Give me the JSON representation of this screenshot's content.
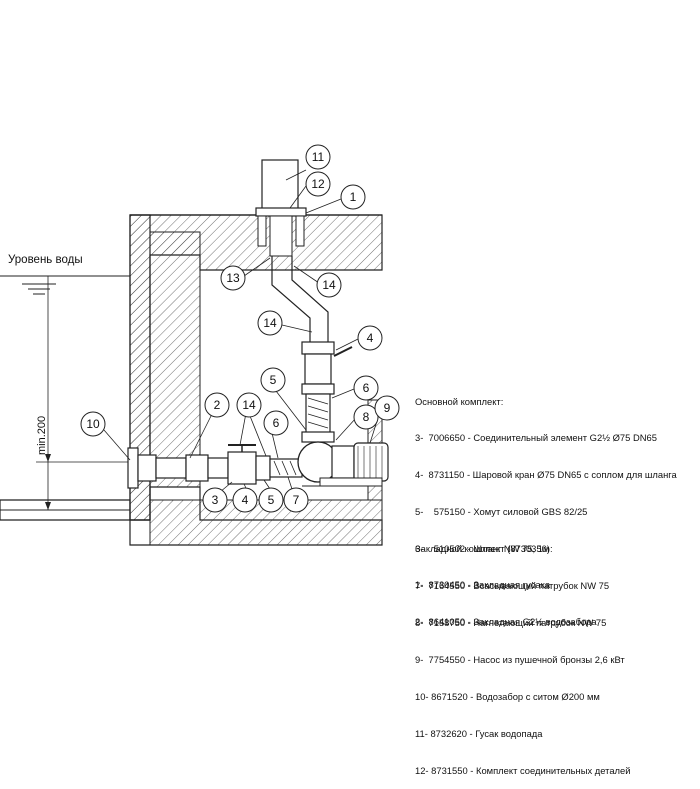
{
  "water_level_label": "Уровень воды",
  "dimension_label": "min.200",
  "callouts": [
    {
      "id": "c11",
      "label": "11"
    },
    {
      "id": "c12",
      "label": "12"
    },
    {
      "id": "c1",
      "label": "1"
    },
    {
      "id": "c13",
      "label": "13"
    },
    {
      "id": "c14a",
      "label": "14"
    },
    {
      "id": "c14b",
      "label": "14"
    },
    {
      "id": "c4a",
      "label": "4"
    },
    {
      "id": "c5a",
      "label": "5"
    },
    {
      "id": "c6a",
      "label": "6"
    },
    {
      "id": "c8",
      "label": "8"
    },
    {
      "id": "c9",
      "label": "9"
    },
    {
      "id": "c10",
      "label": "10"
    },
    {
      "id": "c2",
      "label": "2"
    },
    {
      "id": "c14c",
      "label": "14"
    },
    {
      "id": "c6b",
      "label": "6"
    },
    {
      "id": "c3",
      "label": "3"
    },
    {
      "id": "c4b",
      "label": "4"
    },
    {
      "id": "c5b",
      "label": "5"
    },
    {
      "id": "c7",
      "label": "7"
    }
  ],
  "main_kit": {
    "title": "Основной комплект:",
    "items": [
      "3-  7006650 - Соединительный элемент G2½ Ø75 DN65",
      "4-  8731150 - Шаровой кран Ø75 DN65 с соплом для шланга",
      "5-    575150 - Хомут силовой GBS 82/25",
      "6-    510502 - Шланг NW 75, 1м",
      "7-  7164550 - Всасывающий патрубок NW 75",
      "8-  7158750 - Нагнетающий патрубок NW 75",
      "9-  7754550 - Насос из пушечной бронзы 2,6 кВт",
      "10- 8671520 - Водозабор с ситом Ø200 мм",
      "11- 8732620 - Гусак водопада",
      "12- 8731550 - Комплект соединительных деталей"
    ]
  },
  "embed_kit": {
    "title": "Закладной комплект (8730350):",
    "items": [
      "1-  8730450 - Закладная гусака",
      "2-  8641050 - Закладная G2½ водозабора"
    ]
  }
}
